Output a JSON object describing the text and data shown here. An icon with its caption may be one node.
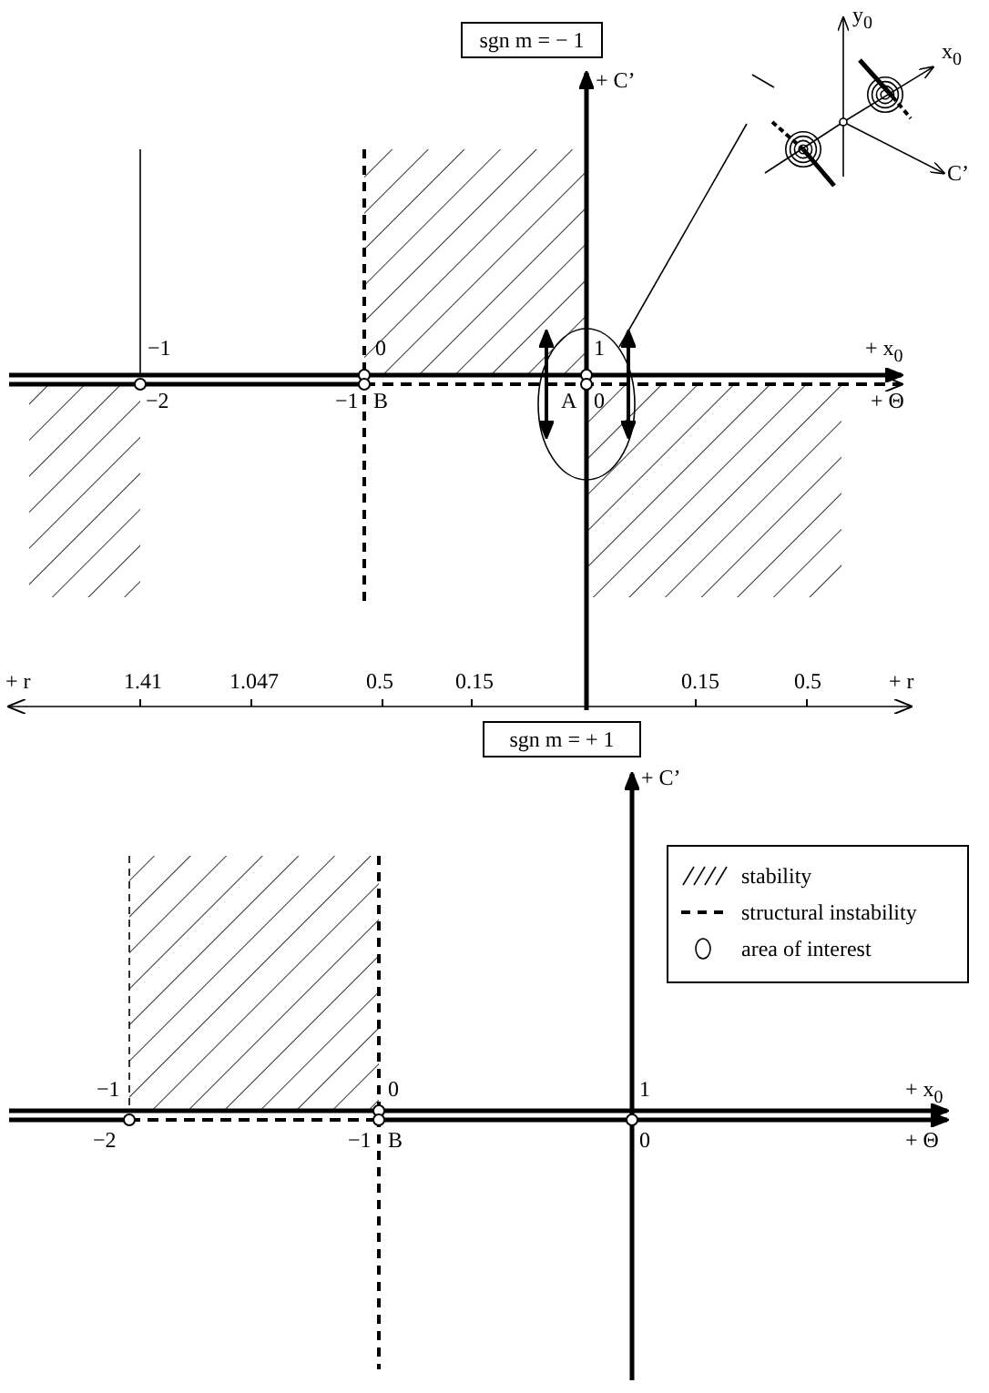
{
  "diagram": {
    "nodes": [
      {
        "text": [
          "sgn m = − 1"
        ]
      },
      {
        "text": [],
        "shape": "picture"
      },
      {
        "text": [],
        "shape": "ellipse"
      },
      {
        "text": [
          "sgn m = + 1"
        ]
      }
    ],
    "edges": [
      {
        "from": 2,
        "to": 1,
        "arrow": "none"
      }
    ],
    "labels": [
      "+ C’",
      "−1",
      "0",
      "1",
      "+ x$_{0}$",
      "−2",
      "−1",
      "B",
      "A",
      "0",
      "+ Θ",
      "y$_{0}$",
      "x$_{0}$",
      "C’",
      "+ r",
      "1.41",
      "1.047",
      "0.5",
      "0.15",
      "0.15",
      "0.5",
      "+ r",
      "+ C’",
      "−1",
      "0",
      "1",
      "+ x$_{0}$",
      "−2",
      "−1",
      "B",
      "0",
      "+ Θ"
    ],
    "legend": [
      {
        "text": "stability"
      },
      {
        "text": "structural instability"
      },
      {
        "text": "area of interest"
      }
    ]
  }
}
